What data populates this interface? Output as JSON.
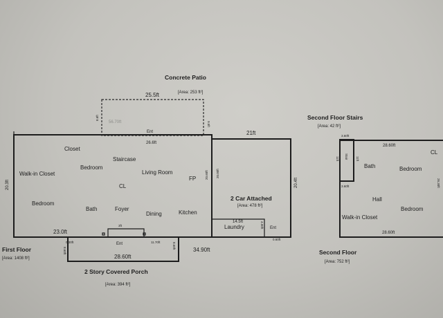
{
  "patio": {
    "title": "Concrete Patio",
    "area": "[Area: 253 ft²]",
    "width": "25.5ft",
    "inner": "56.70ft",
    "left": "8.6ft",
    "right": "9.5ft"
  },
  "first_floor": {
    "title": "First Floor",
    "area": "[Area: 1408 ft²]",
    "dims": {
      "top": "26.6ft",
      "left": "20.3ft",
      "bottom_left": "23.0ft",
      "stair_top": "3ft",
      "left_bottom": "0.30ft",
      "mid_bottom": "11.70ft",
      "right_gap": "0.60ft"
    },
    "rooms": {
      "closet": "Closet",
      "walkin": "Walk-in Closet",
      "bedroom1": "Bedroom",
      "staircase": "Staircase",
      "living": "Living Room",
      "cl": "CL",
      "fp": "FP",
      "bedroom2": "Bedroom",
      "bath": "Bath",
      "foyer": "Foyer",
      "dining": "Dining",
      "kitchen": "Kitchen",
      "ent_top": "Ent",
      "ent_bottom": "Ent"
    }
  },
  "garage": {
    "title": "2 Car Attached",
    "area": "[Area: 478 ft²]",
    "width": "21ft",
    "height": "20.4ft",
    "inner_height": "20.00ft",
    "wall": "20.60ft",
    "laundry_w": "14.5ft",
    "laundry": "Laundry",
    "laundry_h": "4.00ft",
    "ent": "Ent"
  },
  "porch": {
    "title": "2 Story Covered Porch",
    "area": "[Area: 394 ft²]",
    "width": "28.60ft",
    "right": "34.90ft",
    "left": "8.60ft",
    "right_h": "8.60ft"
  },
  "second_stairs": {
    "title": "Second Floor Stairs",
    "area": "[Area: 42 ft²]",
    "top": "3.60ft",
    "label": "Stair",
    "s1": "11ft",
    "s2": "11ft",
    "bottom": "3.60ft"
  },
  "second_floor": {
    "title": "Second Floor",
    "area": "[Area: 752 ft²]",
    "dims": {
      "top": "28.60ft",
      "bottom": "28.60ft",
      "right": "26.30ft"
    },
    "rooms": {
      "cl": "CL",
      "bath": "Bath",
      "bedroom1": "Bedroom",
      "hall": "Hall",
      "bedroom2": "Bedroom",
      "walkin": "Walk-in Closet"
    }
  }
}
